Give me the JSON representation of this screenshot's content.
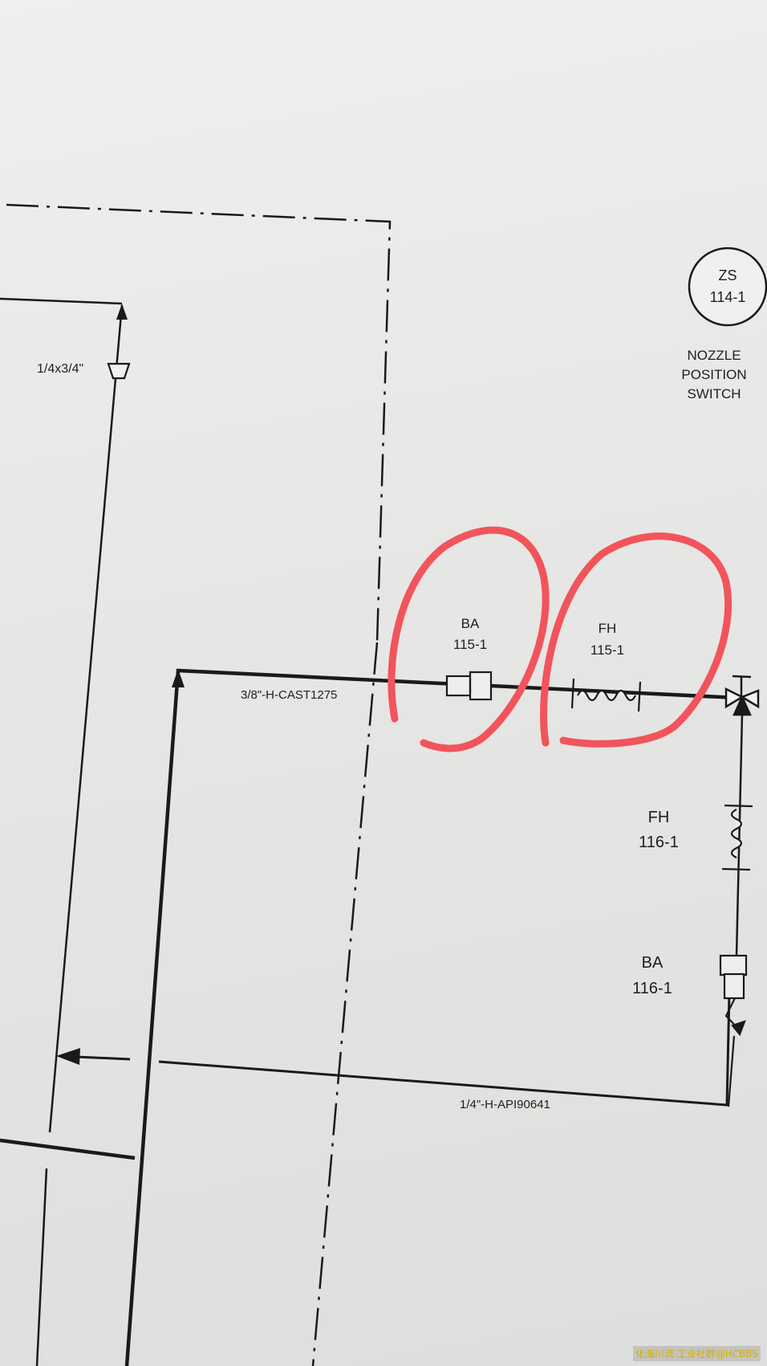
{
  "labels": {
    "reducer": "1/4x3/4\"",
    "line_upper": "3/8\"-H-CAST1275",
    "line_lower": "1/4\"-H-API90641",
    "switch_tag_top": "ZS",
    "switch_tag_num": "114-1",
    "switch_desc_1": "NOZZLE",
    "switch_desc_2": "POSITION",
    "switch_desc_3": "SWITCH",
    "ba115_tag": "BA",
    "ba115_num": "115-1",
    "fh115_tag": "FH",
    "fh115_num": "115-1",
    "fh116_tag": "FH",
    "fh116_num": "116-1",
    "ba116_tag": "BA",
    "ba116_num": "116-1"
  },
  "colors": {
    "line": "#1a1a1a",
    "highlight": "#f2545b",
    "paper": "#ececea"
  },
  "watermark": "化海川流·工业社群@HCBBS"
}
